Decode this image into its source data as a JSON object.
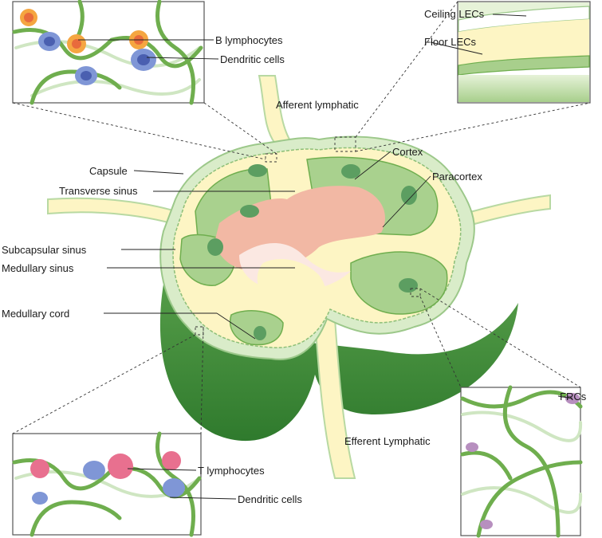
{
  "labels": {
    "b_lymphocytes": "B lymphocytes",
    "dendritic_cells_top": "Dendritic cells",
    "ceiling_lecs": "Ceiling LECs",
    "floor_lecs": "Floor LECs",
    "afferent_lymphatic": "Afferent lymphatic",
    "cortex": "Cortex",
    "paracortex": "Paracortex",
    "capsule": "Capsule",
    "transverse_sinus": "Transverse sinus",
    "subcapsular_sinus": "Subcapsular sinus",
    "medullary_sinus": "Medullary sinus",
    "medullary_cord": "Medullary cord",
    "frcs": "FRCs",
    "efferent_lymphatic": "Efferent Lymphatic",
    "t_lymphocytes": "T lymphocytes",
    "dendritic_cells_bottom": "Dendritic cells"
  },
  "colors": {
    "capsule_green": "#3f8a3a",
    "capsule_light": "#d9ecc9",
    "sinus_yellow": "#fdf5c4",
    "cortex_green": "#a9d18e",
    "follicle_green": "#5c9e61",
    "paracortex_pink": "#f2b8a4",
    "medulla_pale": "#fbe8e2",
    "b_cell_orange": "#f5a641",
    "dendritic_blue": "#7f96d6",
    "t_cell_pink": "#e8708f",
    "frc_purple": "#b78fbf"
  }
}
